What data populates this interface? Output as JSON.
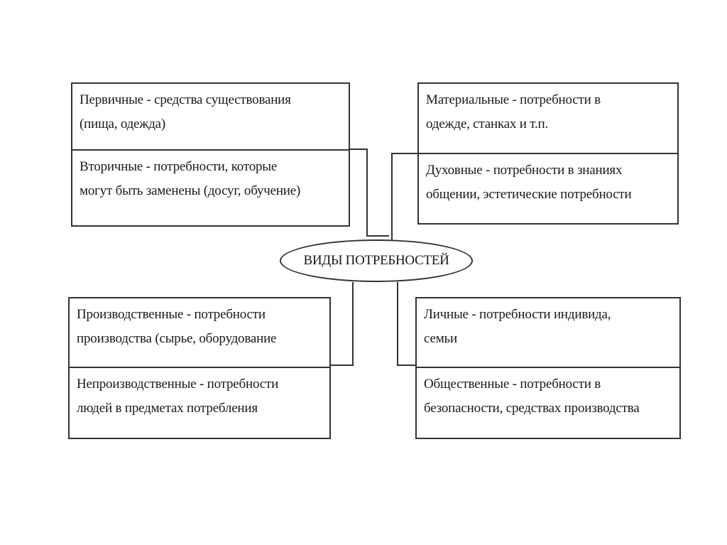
{
  "center": {
    "label": "ВИДЫ ПОТРЕБНОСТЕЙ"
  },
  "boxes": {
    "primary": {
      "line1": "Первичные - средства существования",
      "line2": "(пища, одежда)"
    },
    "secondary": {
      "line1": "Вторичные - потребности, которые",
      "line2": "могут быть заменены (досуг, обучение)"
    },
    "material": {
      "line1": "Материальные - потребности в",
      "line2": "одежде, станках и т.п."
    },
    "spiritual": {
      "line1": "Духовные - потребности в знаниях",
      "line2": "общении, эстетические потребности"
    },
    "productive": {
      "line1": "Производственные - потребности",
      "line2": "производства (сырье, оборудование"
    },
    "nonproductive": {
      "line1": "Непроизводственные - потребности",
      "line2": "людей в предметах потребления"
    },
    "personal": {
      "line1": "Личные - потребности индивида,",
      "line2": "семьи"
    },
    "social": {
      "line1": "Общественные - потребности в",
      "line2": "безопасности, средствах производства"
    }
  }
}
